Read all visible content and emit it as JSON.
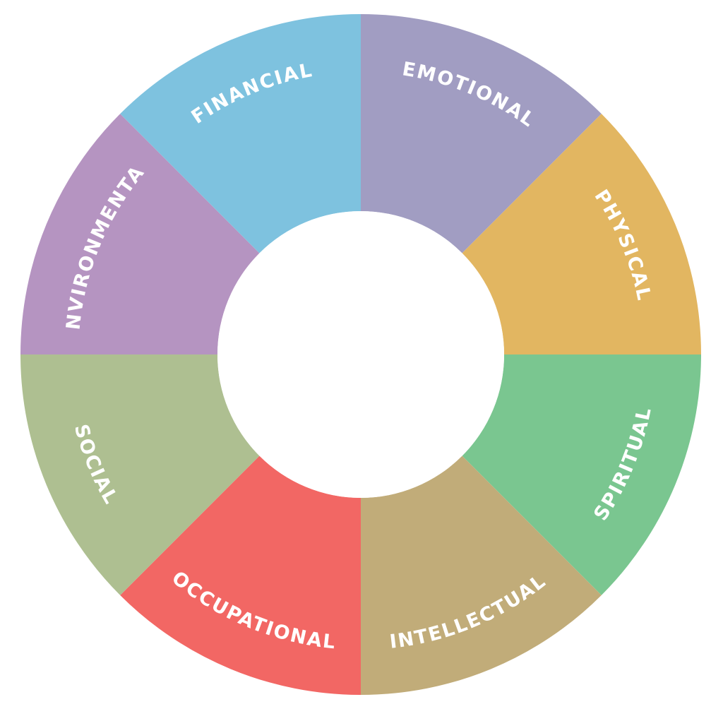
{
  "diagram": {
    "type": "wellness-wheel",
    "segments": [
      {
        "id": "emotional",
        "label": "EMOTIONAL",
        "color": "#A19DC2"
      },
      {
        "id": "physical",
        "label": "PHYSICAL",
        "color": "#E2B661"
      },
      {
        "id": "spiritual",
        "label": "SPIRITUAL",
        "color": "#7AC690"
      },
      {
        "id": "intellectual",
        "label": "INTELLECTUAL",
        "color": "#C1AC79"
      },
      {
        "id": "occupational",
        "label": "OCCUPATIONAL",
        "color": "#F26764"
      },
      {
        "id": "social",
        "label": "SOCIAL",
        "color": "#AEBF91"
      },
      {
        "id": "environmental",
        "label": "ENVIRONMENTAL",
        "color": "#B594C1"
      },
      {
        "id": "financial",
        "label": "FINANCIAL",
        "color": "#7EC2DF"
      }
    ],
    "center_color": "#FFFFFF"
  }
}
